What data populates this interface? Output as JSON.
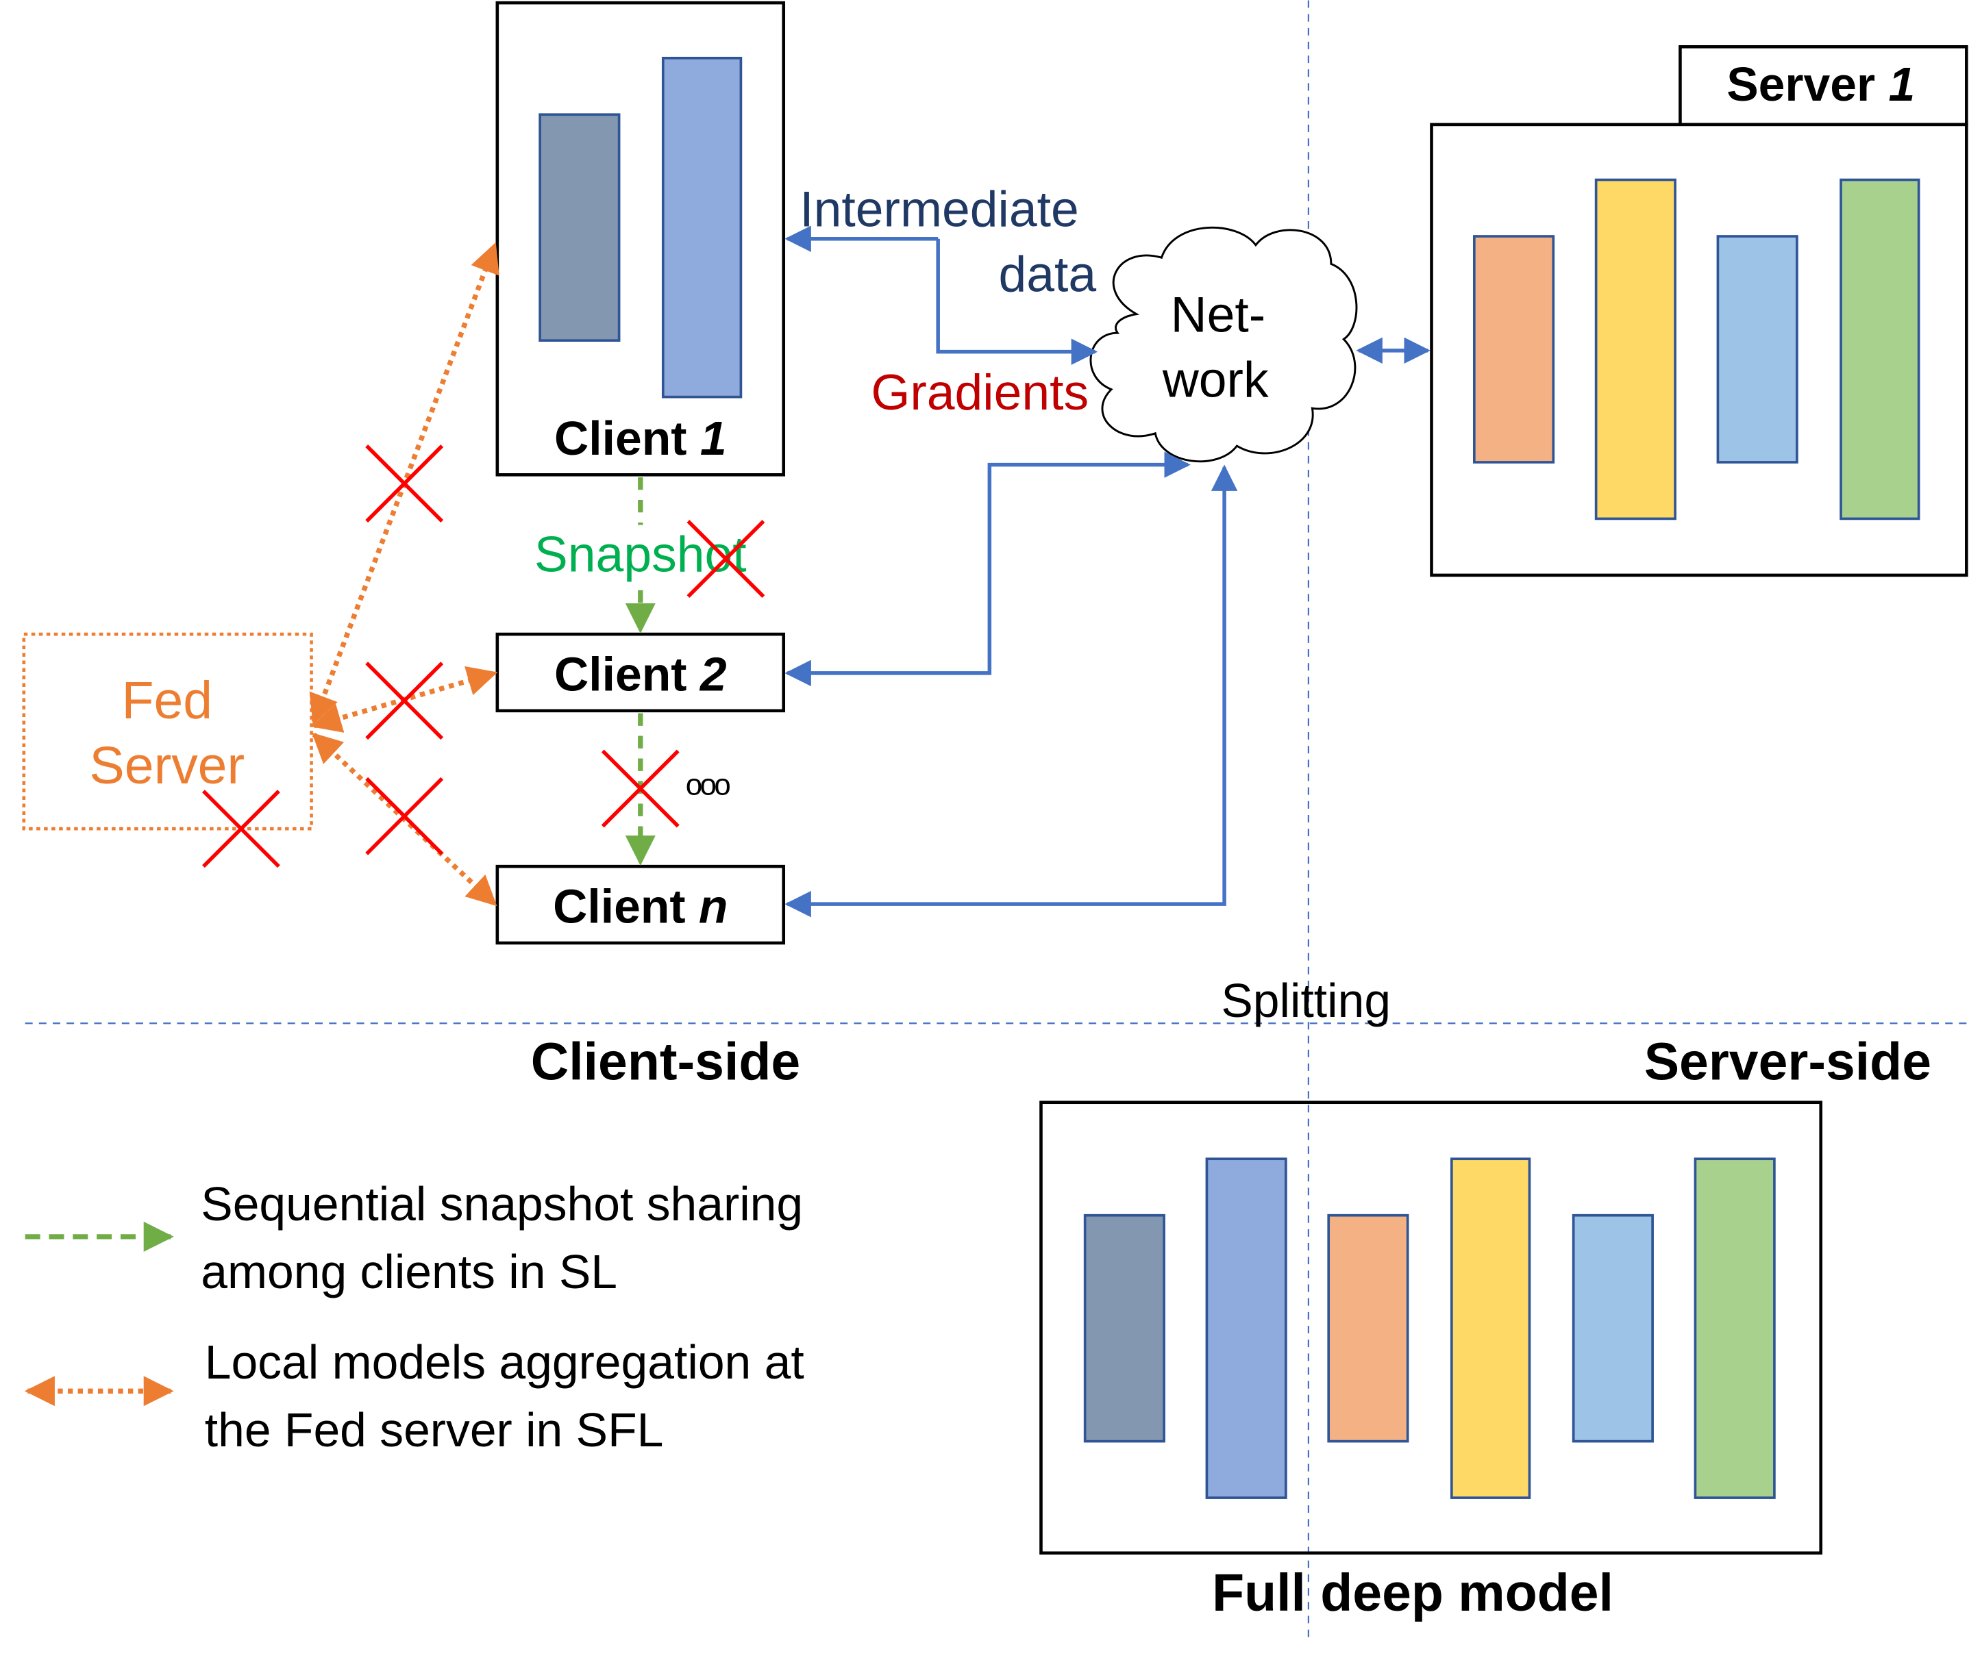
{
  "clients": {
    "client1": {
      "prefix": "Client ",
      "index": "1"
    },
    "client2": {
      "prefix": "Client ",
      "index": "2"
    },
    "clientn": {
      "prefix": "Client ",
      "index": "n"
    }
  },
  "server": {
    "prefix": "Server ",
    "index": "1"
  },
  "fed_server": {
    "line1": "Fed",
    "line2": "Server"
  },
  "network": {
    "line1": "Net-",
    "line2": "work"
  },
  "flow_labels": {
    "intermediate_line1": "Intermediate",
    "intermediate_line2": "data",
    "gradients": "Gradients",
    "snapshot": "Snapshot",
    "ellipsis": "ooo"
  },
  "regions": {
    "splitting": "Splitting",
    "client_side": "Client-side",
    "server_side": "Server-side",
    "full_model": "Full deep model"
  },
  "legend": {
    "sl_line1": "Sequential snapshot sharing",
    "sl_line2": "among clients in SL",
    "sfl_line1": "Local models aggregation at",
    "sfl_line2": "the Fed server in SFL"
  },
  "colors": {
    "arrow_blue": "#4472C4",
    "label_navy": "#1F3864",
    "gradients_red": "#C00000",
    "snapshot_green": "#00B050",
    "green_dash": "#70AD47",
    "orange": "#ED7D31",
    "cross_red": "#FF0000",
    "layer_slate": "#8497B0",
    "layer_blue": "#8FAADC",
    "layer_orange": "#F4B183",
    "layer_yellow": "#FFD966",
    "layer_lightblue": "#9DC3E6",
    "layer_green": "#A9D18E"
  }
}
